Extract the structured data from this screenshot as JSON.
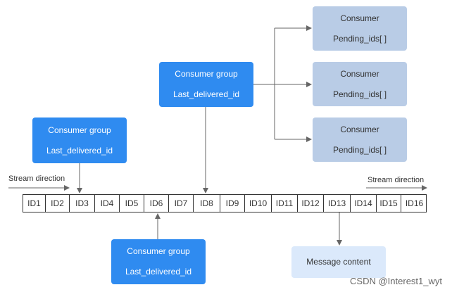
{
  "consumers": [
    {
      "title": "Consumer",
      "field": "Pending_ids[ ]"
    },
    {
      "title": "Consumer",
      "field": "Pending_ids[ ]"
    },
    {
      "title": "Consumer",
      "field": "Pending_ids[ ]"
    }
  ],
  "groups": [
    {
      "title": "Consumer group",
      "field": "Last_delivered_id"
    },
    {
      "title": "Consumer group",
      "field": "Last_delivered_id"
    },
    {
      "title": "Consumer group",
      "field": "Last_delivered_id"
    }
  ],
  "stream": {
    "direction_label_left": "Stream direction",
    "direction_label_right": "Stream direction",
    "ids": [
      "ID1",
      "ID2",
      "ID3",
      "ID4",
      "ID5",
      "ID6",
      "ID7",
      "ID8",
      "ID9",
      "ID10",
      "ID11",
      "ID12",
      "ID13",
      "ID14",
      "ID15",
      "ID16"
    ]
  },
  "message_content": "Message content",
  "watermark": "CSDN @Interest1_wyt",
  "colors": {
    "group_fill": "#2f8bf0",
    "consumer_fill": "#b9cce6",
    "message_fill": "#dbe9fb",
    "line": "#666666"
  }
}
